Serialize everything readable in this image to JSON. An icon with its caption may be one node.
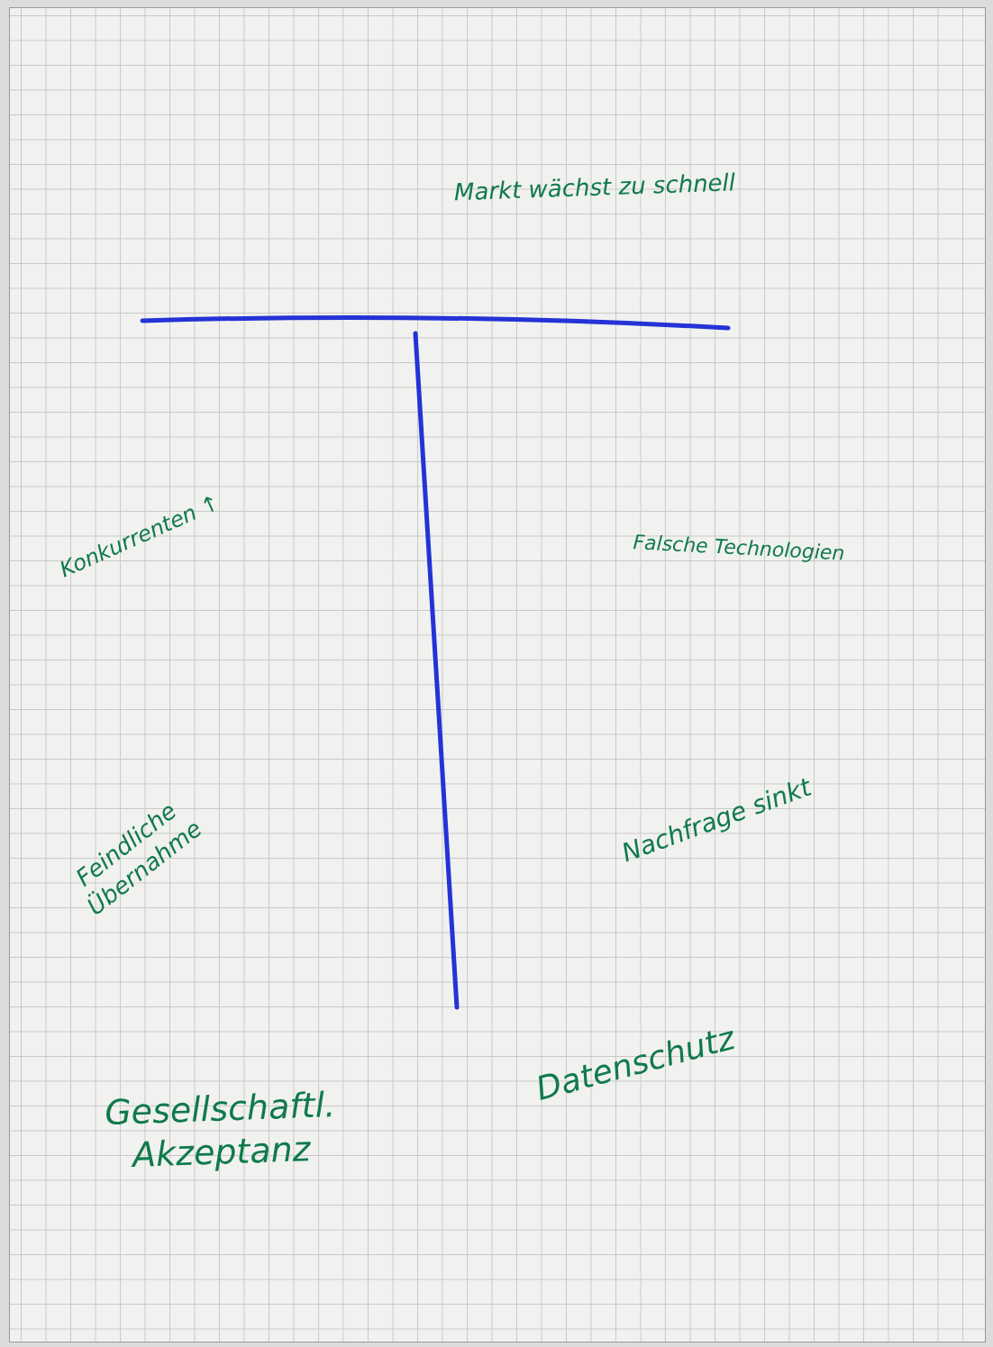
{
  "diagram": {
    "labels": [
      "Markt wächst zu schnell",
      "Konkurrenten ↑",
      "Falsche Technologien",
      "Feindliche Übernahme",
      "Nachfrage sinkt",
      "Datenschutz",
      "Gesellschaftl. Akzeptanz"
    ]
  }
}
